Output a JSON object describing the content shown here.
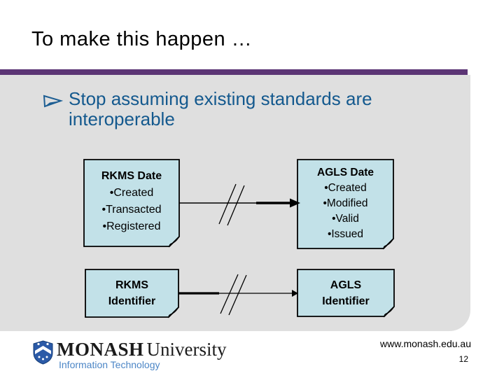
{
  "slide": {
    "title": "To make this happen …",
    "bullet": {
      "marker_icon": "arrow-right-bullet",
      "text": "Stop assuming existing standards are interoperable"
    },
    "diagram": {
      "boxes": [
        {
          "title": "RKMS Date",
          "items": [
            "•Created",
            "•Transacted",
            "•Registered"
          ]
        },
        {
          "title": "AGLS Date",
          "items": [
            "•Created",
            "•Modified",
            "•Valid",
            "•Issued"
          ]
        },
        {
          "title": "RKMS",
          "subtitle": "Identifier"
        },
        {
          "title": "AGLS",
          "subtitle": "Identifier"
        }
      ],
      "connectors": [
        {
          "from": "RKMS Date",
          "to": "AGLS Date",
          "style": "broken-arrow"
        },
        {
          "from": "RKMS Identifier",
          "to": "AGLS Identifier",
          "style": "broken-arrow"
        }
      ]
    },
    "footer": {
      "logo_primary": "MONASH",
      "logo_secondary": "University",
      "logo_subtitle": "Information Technology",
      "website": "www.monash.edu.au",
      "page_number": "12"
    },
    "colors": {
      "accent_bar": "#5C3575",
      "panel": "#DFDFDF",
      "box_fill": "#C2E1E8",
      "box_fold": "#8F999C",
      "bullet_text": "#14598E",
      "logo_subtitle": "#4C86C6"
    }
  }
}
